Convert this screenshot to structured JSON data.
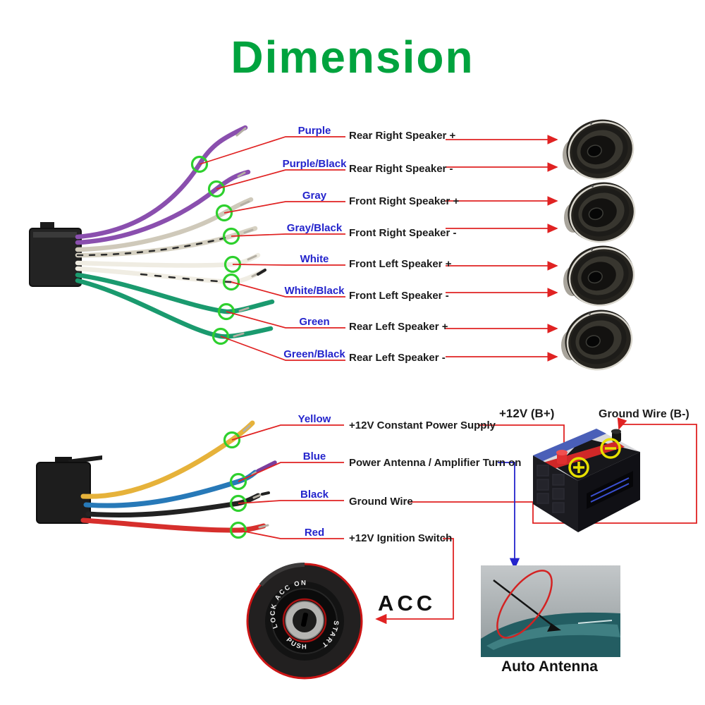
{
  "header": {
    "title": "Dimension"
  },
  "speaker_section": {
    "rows": [
      {
        "wire": "Purple",
        "function": "Rear Right Speaker +"
      },
      {
        "wire": "Purple/Black",
        "function": "Rear Right Speaker -"
      },
      {
        "wire": "Gray",
        "function": "Front Right Speaker +"
      },
      {
        "wire": "Gray/Black",
        "function": "Front Right Speaker -"
      },
      {
        "wire": "White",
        "function": "Front Left Speaker +"
      },
      {
        "wire": "White/Black",
        "function": "Front Left Speaker -"
      },
      {
        "wire": "Green",
        "function": "Rear Left Speaker +"
      },
      {
        "wire": "Green/Black",
        "function": "Rear Left Speaker -"
      }
    ]
  },
  "power_section": {
    "rows": [
      {
        "wire": "Yellow",
        "function": "+12V Constant Power Supply"
      },
      {
        "wire": "Blue",
        "function": "Power Antenna / Amplifier Turn on"
      },
      {
        "wire": "Black",
        "function": "Ground Wire"
      },
      {
        "wire": "Red",
        "function": "+12V  Ignition Switch"
      }
    ]
  },
  "battery": {
    "positive_label": "+12V  (B+)",
    "negative_label": "Ground Wire (B-)",
    "plus_symbol": "+",
    "minus_symbol": "−"
  },
  "ignition_switch": {
    "callout": "ACC",
    "bezel_top": "LOCK  ACC  ON",
    "bezel_right": "START",
    "bezel_bottom": "PUSH"
  },
  "antenna": {
    "caption": "Auto Antenna"
  },
  "colors": {
    "title_green": "#00a33e",
    "label_blue": "#2424cc",
    "leader_red": "#e02222",
    "tip_circle_green": "#2ed02e",
    "antenna_arrow_blue": "#2424cc",
    "wire_purple": "#8a4fae",
    "wire_gray": "#cfc9ba",
    "wire_white": "#efece2",
    "wire_green": "#1a9a6e",
    "wire_yellow": "#e6b23a",
    "wire_blue": "#2779b8",
    "wire_black": "#222222",
    "wire_red": "#d62f2c"
  }
}
